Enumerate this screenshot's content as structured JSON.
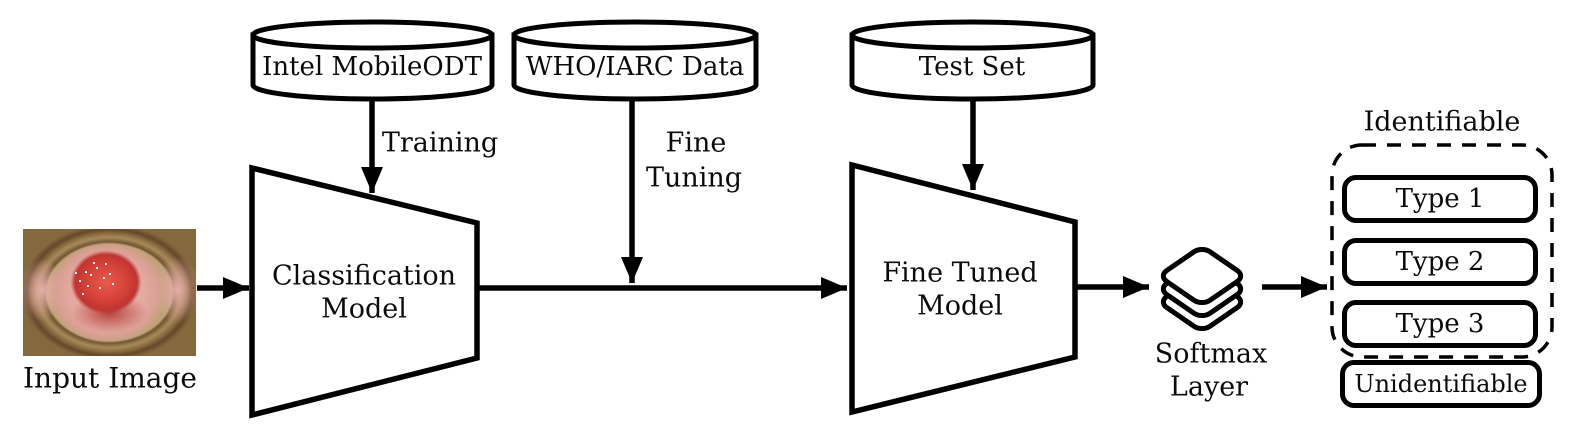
{
  "databases": [
    {
      "label": "Intel MobileODT"
    },
    {
      "label": "WHO/IARC Data"
    },
    {
      "label": "Test Set"
    }
  ],
  "input": {
    "caption": "Input Image"
  },
  "models": {
    "classification": {
      "line1": "Classification",
      "line2": "Model"
    },
    "fine_tuned": {
      "line1": "Fine Tuned",
      "line2": "Model"
    }
  },
  "edges": {
    "training": "Training",
    "fine_tuning_line1": "Fine",
    "fine_tuning_line2": "Tuning"
  },
  "softmax": {
    "icon": "layers-icon",
    "line1": "Softmax",
    "line2": "Layer"
  },
  "outputs": {
    "group_label": "Identifiable",
    "classes": [
      "Type 1",
      "Type 2",
      "Type 3"
    ],
    "unidentifiable": "Unidentifiable"
  },
  "colors": {
    "stroke": "#000000",
    "background": "#ffffff"
  }
}
